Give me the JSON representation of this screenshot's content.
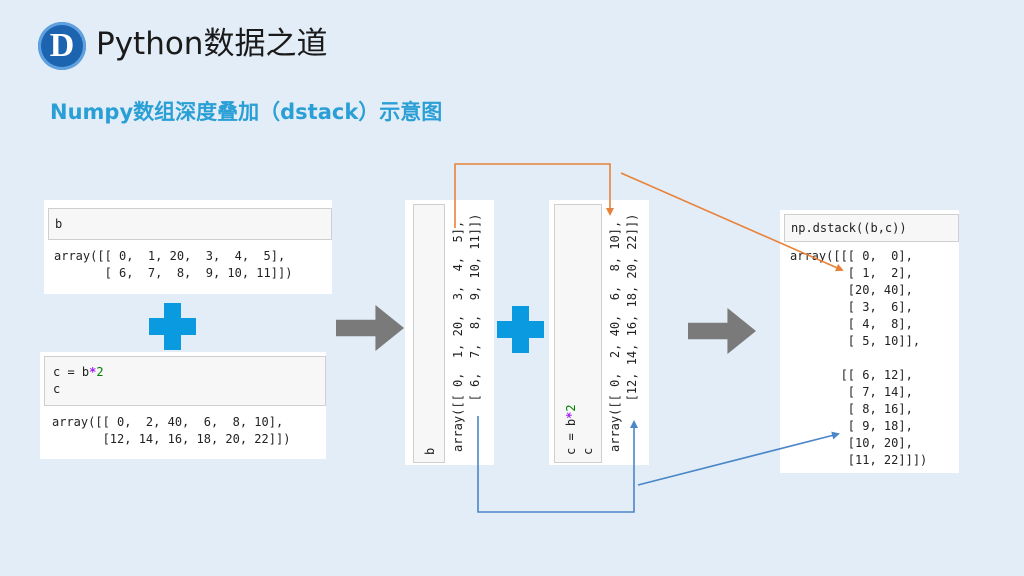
{
  "header": {
    "logo_letter": "D",
    "brand": "Python数据之道",
    "subtitle": "Numpy数组深度叠加（dstack）示意图"
  },
  "panel_b": {
    "input": "b",
    "output": "array([[ 0,  1, 20,  3,  4,  5],\n       [ 6,  7,  8,  9, 10, 11]])"
  },
  "panel_c": {
    "input_line1_pre": "c = b",
    "input_line1_op": "*",
    "input_line1_num": "2",
    "input_line2": "c",
    "output": "array([[ 0,  2, 40,  6,  8, 10],\n       [12, 14, 16, 18, 20, 22]])"
  },
  "panel_b_rotated": {
    "input": "b",
    "output": "array([[ 0,  1, 20,  3,  4,  5],\n       [ 6,  7,  8,  9, 10, 11]])"
  },
  "panel_c_rotated": {
    "input_line1_pre": "c = b",
    "input_line1_op": "*",
    "input_line1_num": "2",
    "input_line2": "c",
    "output": "array([[ 0,  2, 40,  6,  8, 10],\n       [12, 14, 16, 18, 20, 22]])"
  },
  "panel_result": {
    "input": "np.dstack((b,c))",
    "output": "array([[[ 0,  0],\n        [ 1,  2],\n        [20, 40],\n        [ 3,  6],\n        [ 4,  8],\n        [ 5, 10]],\n\n       [[ 6, 12],\n        [ 7, 14],\n        [ 8, 16],\n        [ 9, 18],\n        [10, 20],\n        [11, 22]]])"
  },
  "colors": {
    "background": "#e3edf7",
    "accent_blue": "#0a9ae0",
    "title_blue": "#2a9fd6",
    "orange_line": "#e8823a",
    "blue_line": "#4a86c8",
    "gray_arrow": "#7a7a7a"
  },
  "icons": {
    "logo": "d-logo-icon",
    "plus": "plus-icon",
    "arrow": "right-arrow-icon"
  }
}
